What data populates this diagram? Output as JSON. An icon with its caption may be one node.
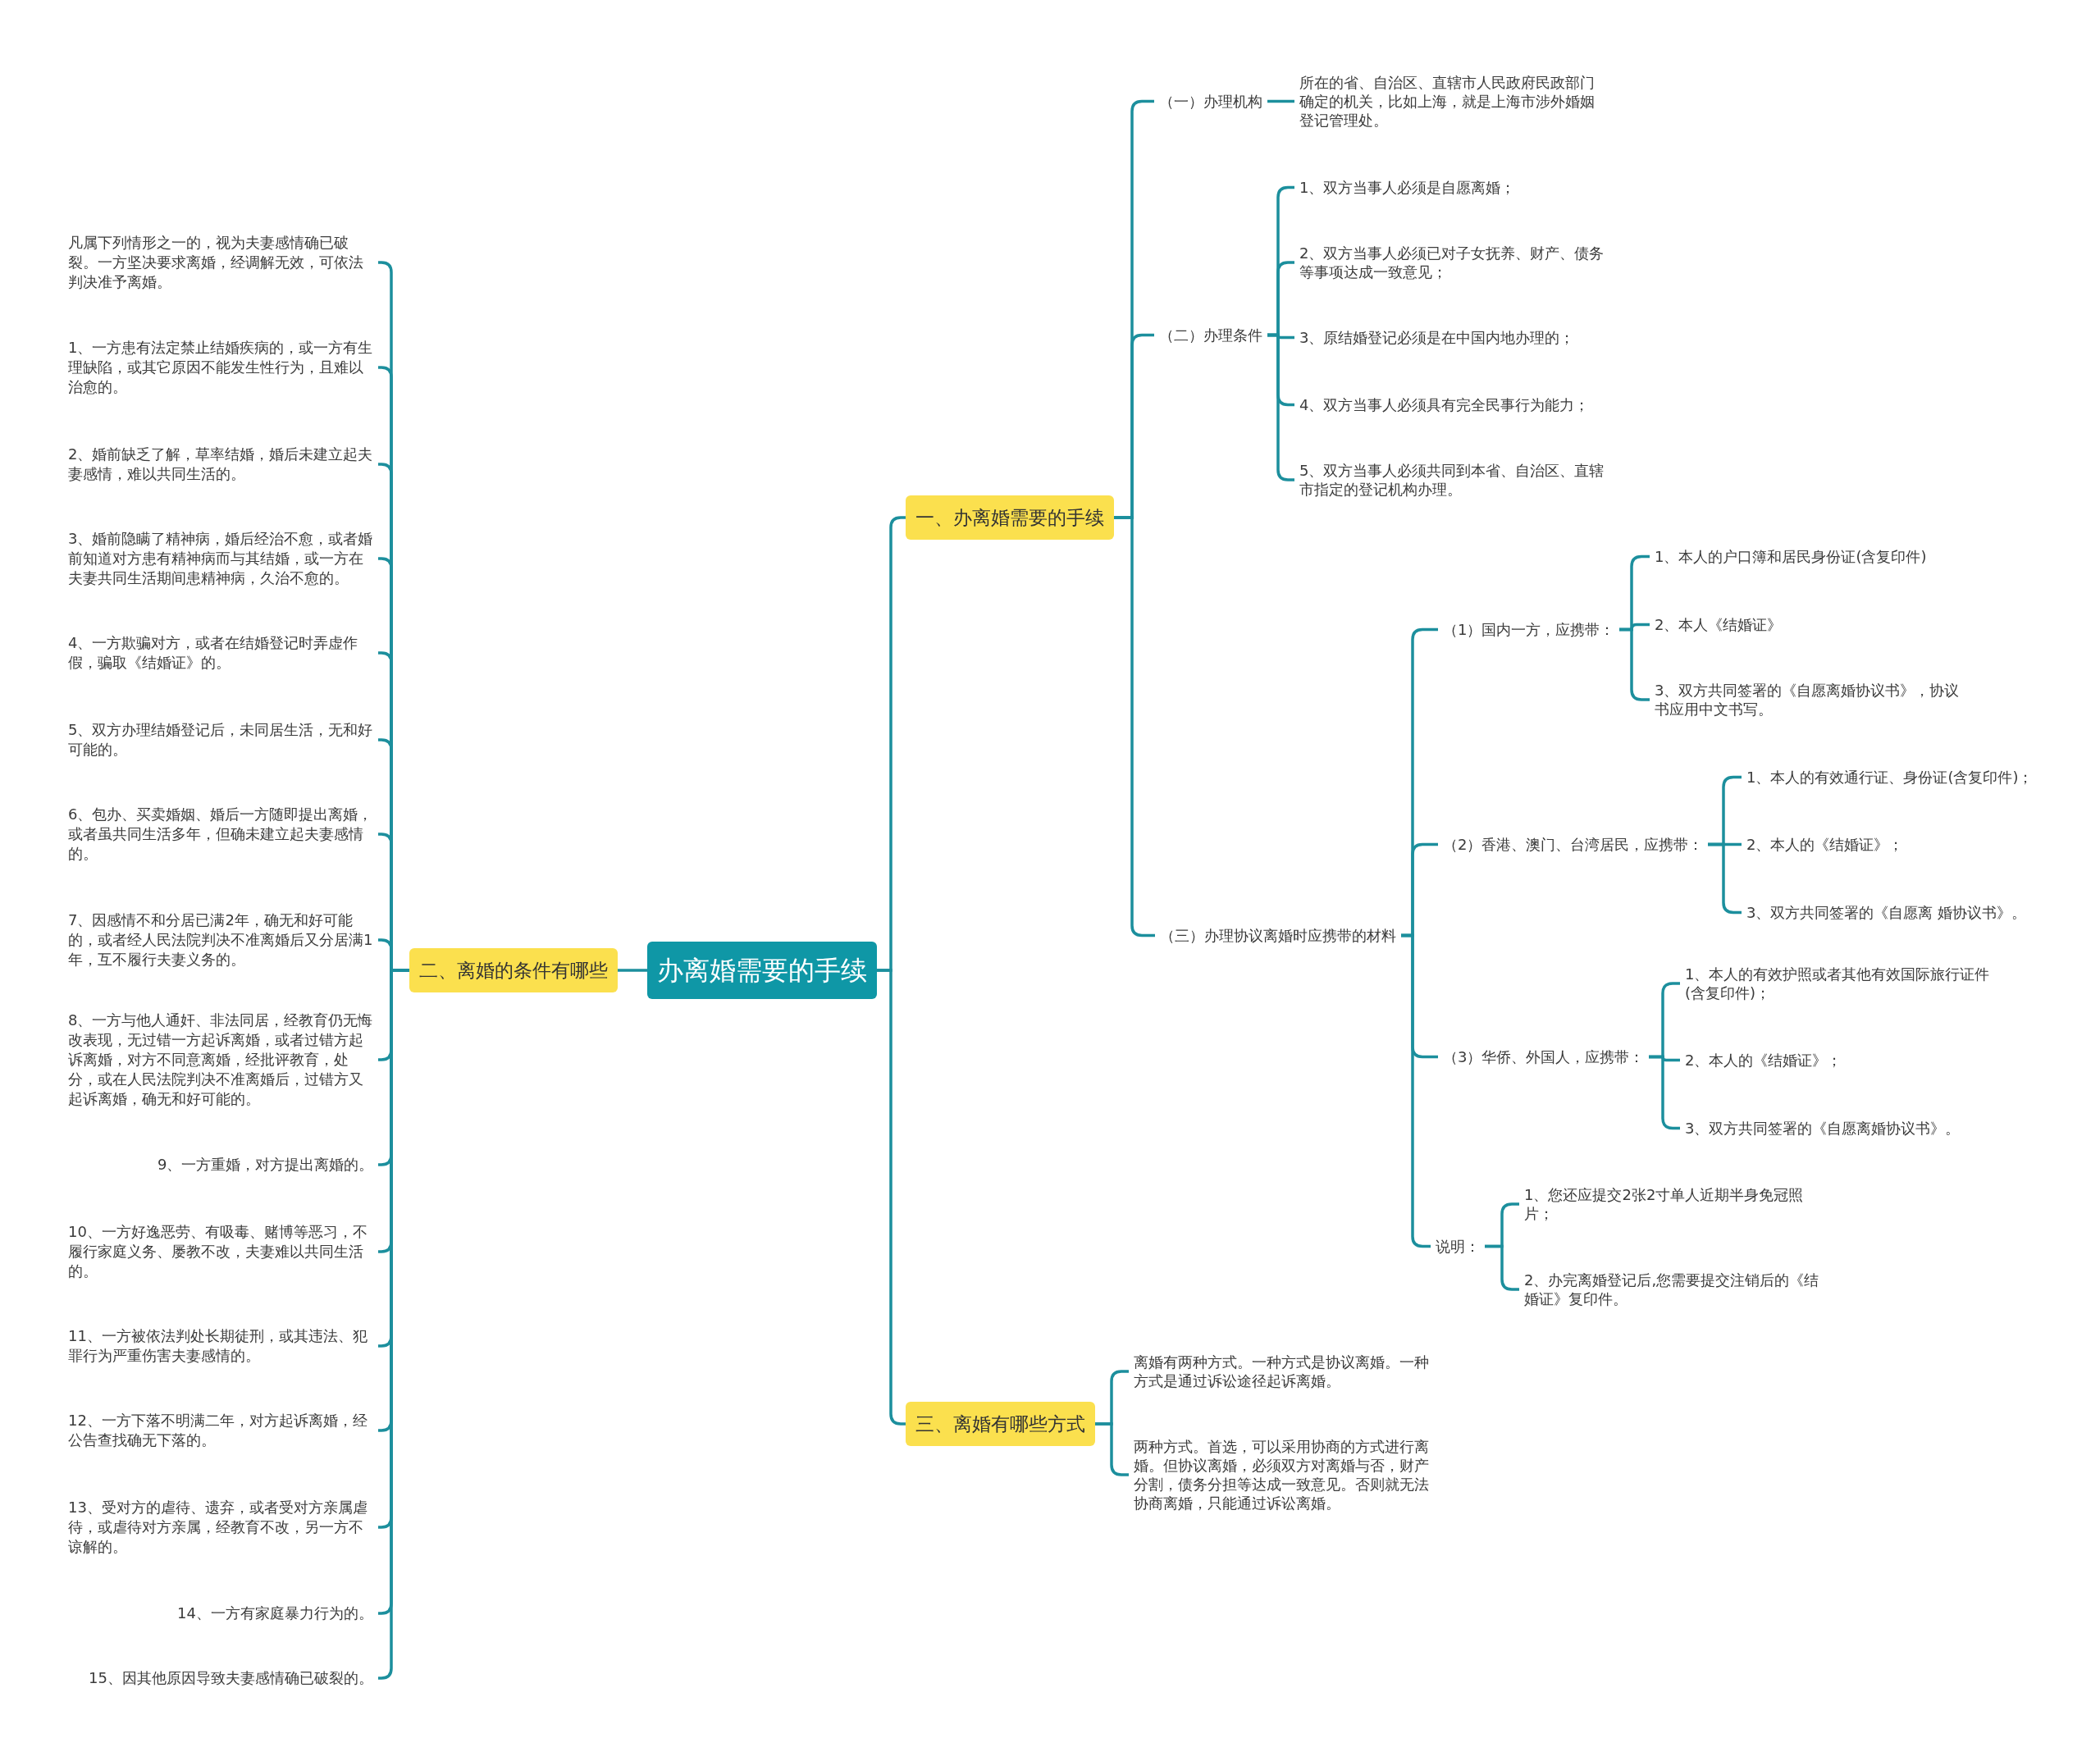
{
  "diagram": {
    "nodes": [
      {
        "text": [
          "办离婚需要的手续"
        ]
      },
      {
        "text": [
          "一、办离婚需要的手续"
        ]
      },
      {
        "text": [
          "（一）办理机构"
        ]
      },
      {
        "text": [
          "所在的省、自治区、直辖市人民政府民政部门确定的机关，比如上海，就是上海市涉外婚姻登记管理处。"
        ]
      },
      {
        "text": [
          "（二）办理条件"
        ]
      },
      {
        "text": [
          "1、双方当事人必须是自愿离婚；"
        ]
      },
      {
        "text": [
          "2、双方当事人必须已对子女抚养、财产、债务等事项达成一致意见；"
        ]
      },
      {
        "text": [
          "3、原结婚登记必须是在中国内地办理的；"
        ]
      },
      {
        "text": [
          "4、双方当事人必须具有完全民事行为能力；"
        ]
      },
      {
        "text": [
          "5、双方当事人必须共同到本省、自治区、直辖市指定的登记机构办理。"
        ]
      },
      {
        "text": [
          "（三）办理协议离婚时应携带的材料"
        ]
      },
      {
        "text": [
          "（1）国内一方，应携带："
        ]
      },
      {
        "text": [
          "1、本人的户口簿和居民身份证(含复印件)"
        ]
      },
      {
        "text": [
          "2、本人《结婚证》"
        ]
      },
      {
        "text": [
          "3、双方共同签署的《自愿离婚协议书》，协议书应用中文书写。"
        ]
      },
      {
        "text": [
          "（2）香港、澳门、台湾居民，应携带："
        ]
      },
      {
        "text": [
          "1、本人的有效通行证、身份证(含复印件)；"
        ]
      },
      {
        "text": [
          "2、本人的《结婚证》；"
        ]
      },
      {
        "text": [
          "3、双方共同签署的《自愿离 婚协议书》。"
        ]
      },
      {
        "text": [
          "（3）华侨、外国人，应携带："
        ]
      },
      {
        "text": [
          "1、本人的有效护照或者其他有效国际旅行证件(含复印件)；"
        ]
      },
      {
        "text": [
          "2、本人的《结婚证》；"
        ]
      },
      {
        "text": [
          "3、双方共同签署的《自愿离婚协议书》。"
        ]
      },
      {
        "text": [
          "说明："
        ]
      },
      {
        "text": [
          "1、您还应提交2张2寸单人近期半身免冠照片；"
        ]
      },
      {
        "text": [
          "2、办完离婚登记后,您需要提交注销后的《结婚证》复印件。"
        ]
      },
      {
        "text": [
          "二、离婚的条件有哪些"
        ]
      },
      {
        "text": [
          "凡属下列情形之一的，视为夫妻感情确已破裂。一方坚决要求离婚，经调解无效，可依法判决准予离婚。"
        ]
      },
      {
        "text": [
          "1、一方患有法定禁止结婚疾病的，或一方有生理缺陷，或其它原因不能发生性行为，且难以治愈的。"
        ]
      },
      {
        "text": [
          "2、婚前缺乏了解，草率结婚，婚后未建立起夫妻感情，难以共同生活的。"
        ]
      },
      {
        "text": [
          "3、婚前隐瞒了精神病，婚后经治不愈，或者婚前知道对方患有精神病而与其结婚，或一方在夫妻共同生活期间患精神病，久治不愈的。"
        ]
      },
      {
        "text": [
          "4、一方欺骗对方，或者在结婚登记时弄虚作假，骗取《结婚证》的。"
        ]
      },
      {
        "text": [
          "5、双方办理结婚登记后，未同居生活，无和好可能的。"
        ]
      },
      {
        "text": [
          "6、包办、买卖婚姻、婚后一方随即提出离婚，或者虽共同生活多年，但确未建立起夫妻感情的。"
        ]
      },
      {
        "text": [
          "7、因感情不和分居已满2年，确无和好可能的，或者经人民法院判决不准离婚后又分居满1年，互不履行夫妻义务的。"
        ]
      },
      {
        "text": [
          "8、一方与他人通奸、非法同居，经教育仍无悔改表现，无过错一方起诉离婚，或者过错方起诉离婚，对方不同意离婚，经批评教育，处分，或在人民法院判决不准离婚后，过错方又起诉离婚，确无和好可能的。"
        ]
      },
      {
        "text": [
          "9、一方重婚，对方提出离婚的。"
        ]
      },
      {
        "text": [
          "10、一方好逸恶劳、有吸毒、赌博等恶习，不履行家庭义务、屡教不改，夫妻难以共同生活的。"
        ]
      },
      {
        "text": [
          "11、一方被依法判处长期徒刑，或其违法、犯罪行为严重伤害夫妻感情的。"
        ]
      },
      {
        "text": [
          "12、一方下落不明满二年，对方起诉离婚，经公告查找确无下落的。"
        ]
      },
      {
        "text": [
          "13、受对方的虐待、遗弃，或者受对方亲属虐待，或虐待对方亲属，经教育不改，另一方不谅解的。"
        ]
      },
      {
        "text": [
          "14、一方有家庭暴力行为的。"
        ]
      },
      {
        "text": [
          "15、因其他原因导致夫妻感情确已破裂的。"
        ]
      },
      {
        "text": [
          "三、离婚有哪些方式"
        ]
      },
      {
        "text": [
          "离婚有两种方式。一种方式是协议离婚。一种方式是通过诉讼途径起诉离婚。"
        ]
      },
      {
        "text": [
          "两种方式。首选，可以采用协商的方式进行离婚。但协议离婚，必须双方对离婚与否，财产分割，债务分担等达成一致意见。否则就无法协商离婚，只能通过诉讼离婚。"
        ]
      }
    ],
    "edges": [
      {
        "from": 0,
        "to": 1,
        "arrow": "none"
      },
      {
        "from": 1,
        "to": 2,
        "arrow": "none"
      },
      {
        "from": 2,
        "to": 3,
        "arrow": "none"
      },
      {
        "from": 1,
        "to": 4,
        "arrow": "none"
      },
      {
        "from": 4,
        "to": 5,
        "arrow": "none"
      },
      {
        "from": 4,
        "to": 6,
        "arrow": "none"
      },
      {
        "from": 4,
        "to": 7,
        "arrow": "none"
      },
      {
        "from": 4,
        "to": 8,
        "arrow": "none"
      },
      {
        "from": 4,
        "to": 9,
        "arrow": "none"
      },
      {
        "from": 1,
        "to": 10,
        "arrow": "none"
      },
      {
        "from": 10,
        "to": 11,
        "arrow": "none"
      },
      {
        "from": 11,
        "to": 12,
        "arrow": "none"
      },
      {
        "from": 11,
        "to": 13,
        "arrow": "none"
      },
      {
        "from": 11,
        "to": 14,
        "arrow": "none"
      },
      {
        "from": 10,
        "to": 15,
        "arrow": "none"
      },
      {
        "from": 15,
        "to": 16,
        "arrow": "none"
      },
      {
        "from": 15,
        "to": 17,
        "arrow": "none"
      },
      {
        "from": 15,
        "to": 18,
        "arrow": "none"
      },
      {
        "from": 10,
        "to": 19,
        "arrow": "none"
      },
      {
        "from": 19,
        "to": 20,
        "arrow": "none"
      },
      {
        "from": 19,
        "to": 21,
        "arrow": "none"
      },
      {
        "from": 19,
        "to": 22,
        "arrow": "none"
      },
      {
        "from": 10,
        "to": 23,
        "arrow": "none"
      },
      {
        "from": 23,
        "to": 24,
        "arrow": "none"
      },
      {
        "from": 23,
        "to": 25,
        "arrow": "none"
      },
      {
        "from": 0,
        "to": 26,
        "arrow": "none"
      },
      {
        "from": 26,
        "to": 27,
        "arrow": "none"
      },
      {
        "from": 26,
        "to": 28,
        "arrow": "none"
      },
      {
        "from": 26,
        "to": 29,
        "arrow": "none"
      },
      {
        "from": 26,
        "to": 30,
        "arrow": "none"
      },
      {
        "from": 26,
        "to": 31,
        "arrow": "none"
      },
      {
        "from": 26,
        "to": 32,
        "arrow": "none"
      },
      {
        "from": 26,
        "to": 33,
        "arrow": "none"
      },
      {
        "from": 26,
        "to": 34,
        "arrow": "none"
      },
      {
        "from": 26,
        "to": 35,
        "arrow": "none"
      },
      {
        "from": 26,
        "to": 36,
        "arrow": "none"
      },
      {
        "from": 26,
        "to": 37,
        "arrow": "none"
      },
      {
        "from": 26,
        "to": 38,
        "arrow": "none"
      },
      {
        "from": 26,
        "to": 39,
        "arrow": "none"
      },
      {
        "from": 26,
        "to": 40,
        "arrow": "none"
      },
      {
        "from": 26,
        "to": 41,
        "arrow": "none"
      },
      {
        "from": 26,
        "to": 42,
        "arrow": "none"
      },
      {
        "from": 0,
        "to": 43,
        "arrow": "none"
      },
      {
        "from": 43,
        "to": 44,
        "arrow": "none"
      },
      {
        "from": 43,
        "to": 45,
        "arrow": "none"
      }
    ]
  }
}
